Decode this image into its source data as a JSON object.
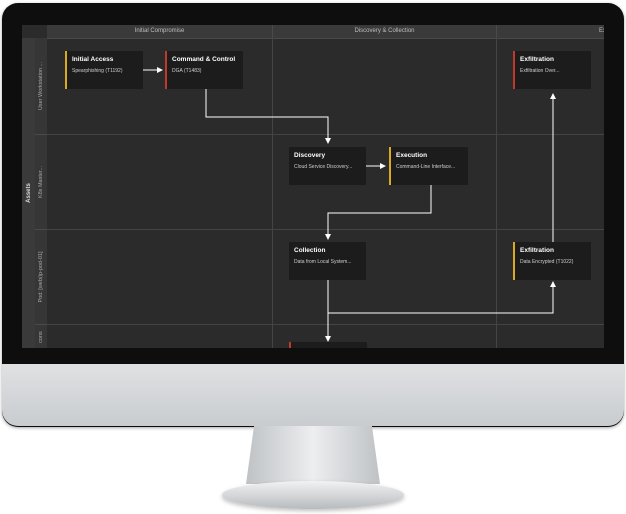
{
  "columns": [
    "Initial Compromise",
    "Discovery & Collection",
    "Ex"
  ],
  "group_label": "Assets",
  "rows": [
    "User Workstation ...",
    "K8s Master...",
    "Pod: [web(ip-pod-01]",
    "cons"
  ],
  "cards": [
    {
      "title": "Initial Access",
      "subtitle": "Spearphishing (T1192)"
    },
    {
      "title": "Command & Control",
      "subtitle": "DGA (T1483)"
    },
    {
      "title": "Exfiltration",
      "subtitle": "Exfiltration Over..."
    },
    {
      "title": "Discovery",
      "subtitle": "Cloud Service Discovery..."
    },
    {
      "title": "Execution",
      "subtitle": "Command-Line Interface..."
    },
    {
      "title": "Collection",
      "subtitle": "Data from Local System..."
    },
    {
      "title": "Exfiltration",
      "subtitle": "Data Encrypted (T1022)"
    }
  ],
  "colors": {
    "tactic_yellow": "#d9a91f",
    "tactic_red": "#c0392b",
    "background": "#2b2b2b"
  },
  "icons": [
    "arrow-connector"
  ]
}
